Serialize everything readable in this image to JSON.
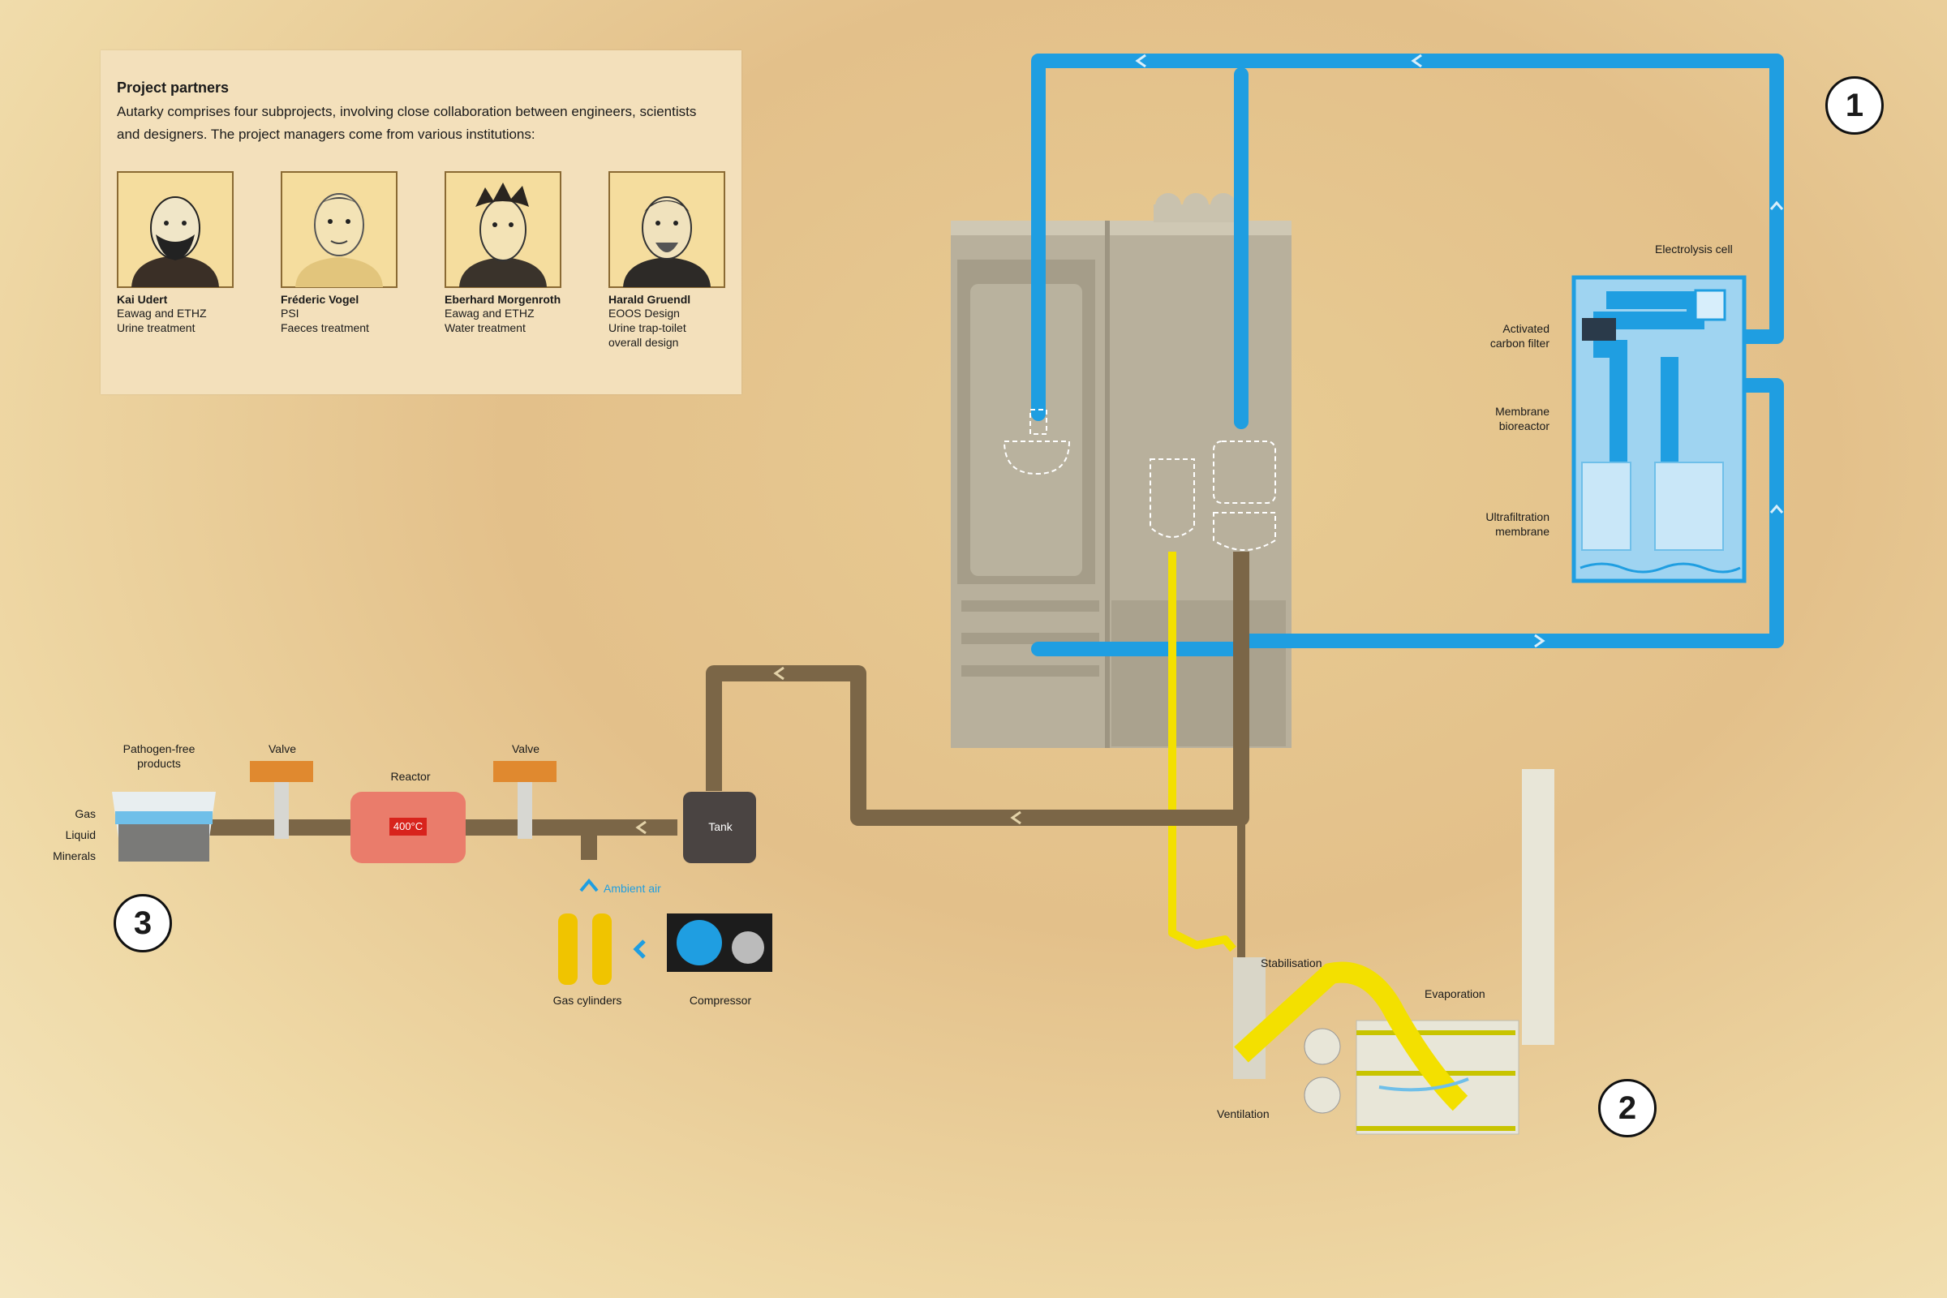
{
  "partners": {
    "title": "Project partners",
    "intro": "Autarky comprises four subprojects, involving close collaboration between engineers, scientists and designers. The project managers come from various institutions:",
    "people": [
      {
        "name": "Kai Udert",
        "line1": "Eawag and ETHZ",
        "line2": "Urine treatment",
        "line3": ""
      },
      {
        "name": "Fréderic Vogel",
        "line1": "PSI",
        "line2": "Faeces treatment",
        "line3": ""
      },
      {
        "name": "Eberhard Morgenroth",
        "line1": "Eawag and ETHZ",
        "line2": "Water treatment",
        "line3": ""
      },
      {
        "name": "Harald Gruendl",
        "line1": "EOOS Design",
        "line2": "Urine trap-toilet",
        "line3": "overall design"
      }
    ]
  },
  "labels": {
    "electrolysis": "Electrolysis cell",
    "carbon_filter_1": "Activated",
    "carbon_filter_2": "carbon filter",
    "membrane_bio_1": "Membrane",
    "membrane_bio_2": "bioreactor",
    "ultrafiltration_1": "Ultrafiltration",
    "ultrafiltration_2": "membrane",
    "stabilisation": "Stabilisation",
    "evaporation": "Evaporation",
    "ventilation": "Ventilation",
    "pathogen_free_1": "Pathogen-free",
    "pathogen_free_2": "products",
    "valve_left": "Valve",
    "valve_right": "Valve",
    "reactor": "Reactor",
    "reactor_temp": "400°C",
    "tank": "Tank",
    "gas": "Gas",
    "liquid": "Liquid",
    "minerals": "Minerals",
    "ambient_air": "Ambient air",
    "gas_cylinders": "Gas cylinders",
    "compressor": "Compressor"
  },
  "badges": {
    "one": "1",
    "two": "2",
    "three": "3"
  },
  "colors": {
    "water_blue": "#1f9ee1",
    "urine_yellow": "#f3e000",
    "faeces_brown": "#7b6647",
    "reactor_red": "#ea7c6b",
    "valve_orange": "#e0892f"
  }
}
